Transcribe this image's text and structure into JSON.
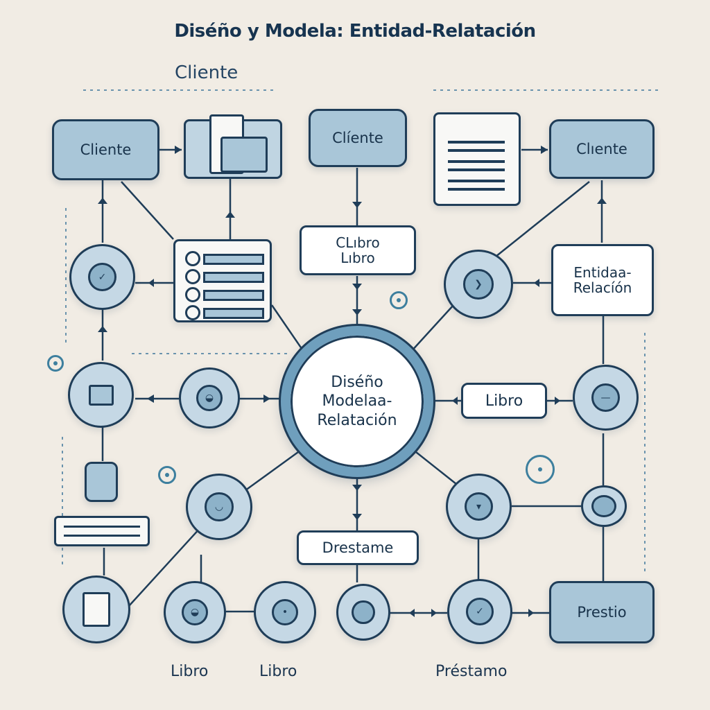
{
  "title": "Diséño y Modela: Entidad-Relatación",
  "heading": "Cliente",
  "nodes": {
    "cliente_left": "Cliente",
    "cliente_top": "Clíente",
    "cliente_right": "Clıente",
    "clibro_line1": "CLıbro",
    "clibro_line2": "Lıbro",
    "entidad_line1": "Entidaa-",
    "entidad_line2": "Relaсíón",
    "center_line1": "Diséño",
    "center_line2": "Modelaa-",
    "center_line3": "Relatación",
    "libro_mid": "Libro",
    "prestame": "Drestame",
    "prestio": "Prestio"
  },
  "footer": {
    "libro_1": "Libro",
    "libro_2": "Libro",
    "prestamo": "Préstamo"
  },
  "colors": {
    "background": "#f1ece4",
    "stroke": "#1f3d58",
    "entity_fill": "#a9c6d8",
    "ring": "#6f9fbd",
    "accent": "#3d7f9e"
  },
  "icons": [
    "document-icon",
    "list-icon",
    "circle-node-icon",
    "arrow-icon",
    "chevron-icon"
  ]
}
